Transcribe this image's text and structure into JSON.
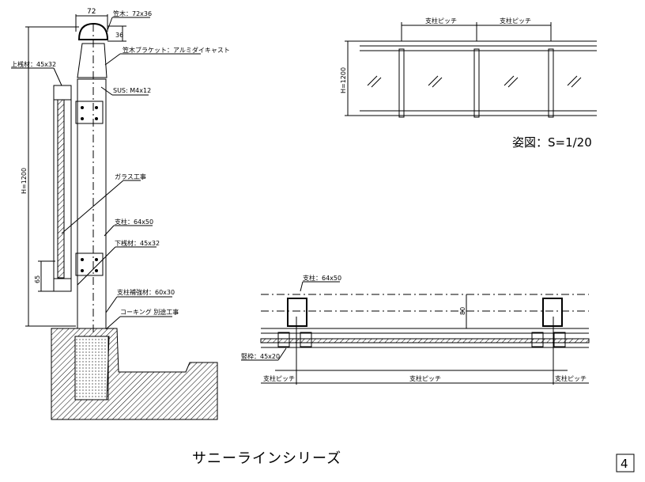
{
  "section": {
    "dim_width": "72",
    "dim_cap_height": "36",
    "handrail": "笠木：72x36",
    "bracket": "笠木ブラケット：アルミダイキャスト",
    "top_rail": "上桟材：45x32",
    "screw": "SUS: M4x12",
    "height": "H=1200",
    "glass": "ガラス工事",
    "post": "支柱：64x50",
    "bottom_rail": "下桟材：45x32",
    "dim_bottom": "65",
    "post_reinforce": "支柱補強材：60x30",
    "caulking": "コーキング 別途工事"
  },
  "elevation": {
    "pitch_labels": [
      "支柱ピッチ",
      "支柱ピッチ"
    ],
    "height": "H=1200",
    "scale_caption": "姿図：S=1/20"
  },
  "plan": {
    "post": "支柱：64x50",
    "dim_depth": "80",
    "frame": "竪枠：45x20",
    "pitch_labels": [
      "支柱ピッチ",
      "支柱ピッチ",
      "支柱ピッチ"
    ]
  },
  "footer": {
    "series_title": "サニーラインシリーズ",
    "page_number": "4"
  }
}
